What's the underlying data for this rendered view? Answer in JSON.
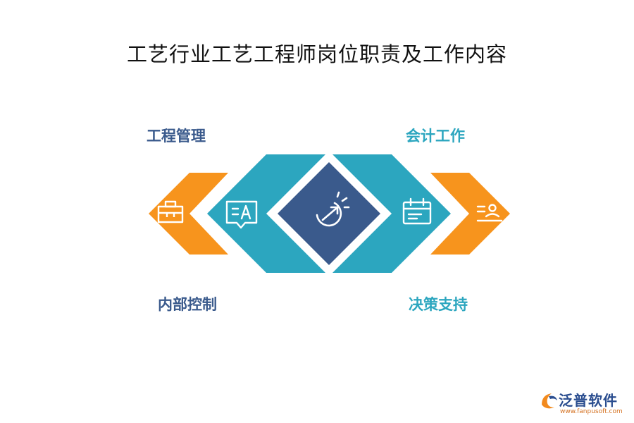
{
  "title": "工艺行业工艺工程师岗位职责及工作内容",
  "labels": {
    "top_left": "工程管理",
    "top_right": "会计工作",
    "bottom_left": "内部控制",
    "bottom_right": "决策支持"
  },
  "icons": {
    "far_left": "toolbox-icon",
    "inner_left": "text-message-icon",
    "center": "growth-arrow-icon",
    "inner_right": "calendar-icon",
    "far_right": "id-card-icon"
  },
  "colors": {
    "orange": "#f7941d",
    "teal": "#2ca6bf",
    "navy": "#3a5a8c",
    "label_dark": "#3a5a8c",
    "label_teal": "#2ca6bf"
  },
  "watermark": {
    "brand": "泛普软件",
    "url": "www.fanpusoft.com"
  }
}
